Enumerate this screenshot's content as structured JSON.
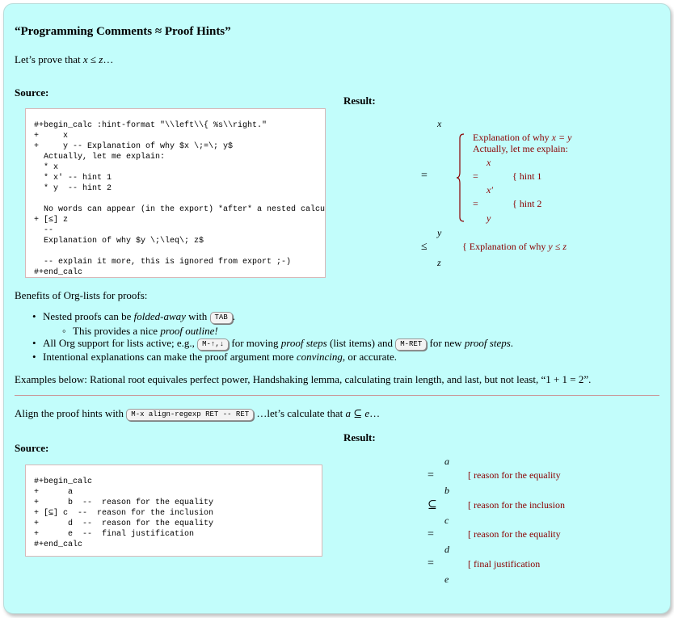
{
  "title": "“Programming Comments ≈ Proof Hints”",
  "intro": {
    "prefix": "Let’s prove that ",
    "math": "x ≤ z",
    "suffix": "…"
  },
  "section1": {
    "source_label": "Source:",
    "result_label": "Result:",
    "source_code": [
      "#+begin_calc :hint-format \"\\\\left\\\\{ %s\\\\right.\"",
      "+     x",
      "+     y -- Explanation of why $x \\;=\\; y$",
      "  Actually, let me explain:",
      "  * x",
      "  * x′ -- hint 1",
      "  * y  -- hint 2",
      "",
      "  No words can appear (in the export) *after* a nested calculation.",
      "+ [≤] z",
      "  --",
      "  Explanation of why $y \\;\\leq\\; z$",
      "",
      "  -- explain it more, this is ignored from export ;-)",
      "#+end_calc"
    ],
    "result": {
      "x": "x",
      "eq": "=",
      "y": "y",
      "le": "≤",
      "z": "z",
      "hint_line1_prefix": "Explanation of why ",
      "hint_line1_math": "x = y",
      "hint_line2": "Actually, let me explain:",
      "inner_x": "x",
      "inner_eq1": "=",
      "inner_hint1": "{ hint 1",
      "inner_xp": "x′",
      "inner_eq2": "=",
      "inner_hint2": "{ hint 2",
      "inner_y": "y",
      "hint3_prefix": "{ Explanation of why ",
      "hint3_math": "y ≤ z"
    }
  },
  "benefits": {
    "heading": "Benefits of Org-lists for proofs:",
    "item1": {
      "text1": "Nested proofs can be ",
      "em": "folded-away",
      "text2": " with ",
      "key": "TAB",
      "text3": "."
    },
    "item1_sub": {
      "text1": "This provides a nice ",
      "em": "proof outline!"
    },
    "item2": {
      "text1": "All Org support for lists active; e.g., ",
      "key1": "M-↑,↓",
      "text2": " for moving ",
      "em1": "proof steps",
      "text3": " (list items) and ",
      "key2": "M-RET",
      "text4": " for new ",
      "em2": "proof steps",
      "text5": "."
    },
    "item3": {
      "text1": "Intentional explanations can make the proof argument more ",
      "em": "convincing",
      "text2": ", or accurate."
    }
  },
  "examples": "Examples below: Rational root equivales perfect power, Handshaking lemma, calculating train length, and last, but not least, “1 + 1 = 2”.",
  "align": {
    "text1": "Align the proof hints with ",
    "key": "M-x align-regexp RET -- RET",
    "text2": " …let’s calculate that ",
    "math": "a ⊆ e",
    "text3": "…"
  },
  "section2": {
    "source_label": "Source:",
    "result_label": "Result:",
    "source_code": [
      "#+begin_calc",
      "+      a",
      "+      b  --  reason for the equality",
      "+ [⊆] c  --  reason for the inclusion",
      "+      d  --  reason for the equality",
      "+      e  --  final justification",
      "#+end_calc"
    ],
    "result": {
      "vars": [
        "a",
        "b",
        "c",
        "d",
        "e"
      ],
      "rels": [
        "=",
        "⊆",
        "=",
        "="
      ],
      "hints": [
        "[ reason for the equality",
        "[ reason for the inclusion",
        "[ reason for the equality",
        "[ final justification"
      ]
    }
  }
}
